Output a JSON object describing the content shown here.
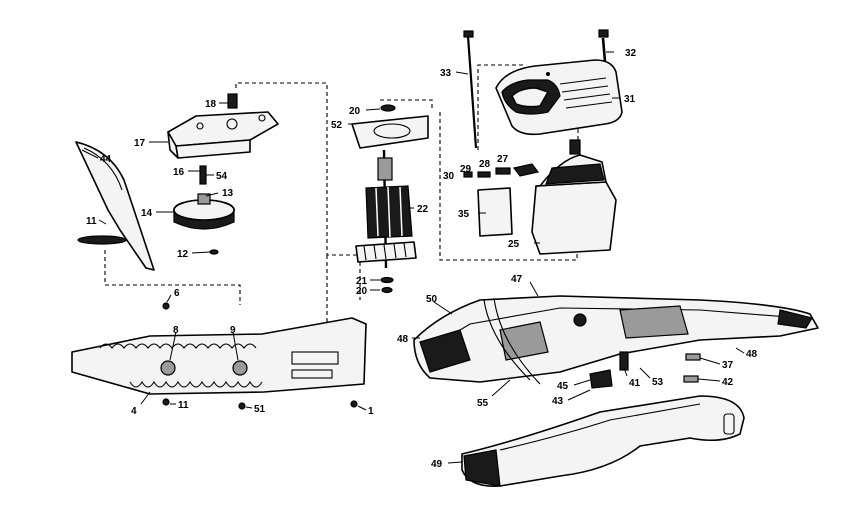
{
  "callouts": [
    {
      "id": "c32",
      "text": "32"
    },
    {
      "id": "c33",
      "text": "33"
    },
    {
      "id": "c31",
      "text": "31"
    },
    {
      "id": "c18",
      "text": "18"
    },
    {
      "id": "c20a",
      "text": "20"
    },
    {
      "id": "c52",
      "text": "52"
    },
    {
      "id": "c17",
      "text": "17"
    },
    {
      "id": "c16",
      "text": "16"
    },
    {
      "id": "c54",
      "text": "54"
    },
    {
      "id": "c13",
      "text": "13"
    },
    {
      "id": "c14",
      "text": "14"
    },
    {
      "id": "c12",
      "text": "12"
    },
    {
      "id": "c44",
      "text": "44"
    },
    {
      "id": "c11a",
      "text": "11"
    },
    {
      "id": "c22",
      "text": "22"
    },
    {
      "id": "c29",
      "text": "29"
    },
    {
      "id": "c28",
      "text": "28"
    },
    {
      "id": "c27",
      "text": "27"
    },
    {
      "id": "c30",
      "text": "30"
    },
    {
      "id": "c35",
      "text": "35"
    },
    {
      "id": "c25",
      "text": "25"
    },
    {
      "id": "c21",
      "text": "21"
    },
    {
      "id": "c20b",
      "text": "20"
    },
    {
      "id": "c47",
      "text": "47"
    },
    {
      "id": "c6",
      "text": "6"
    },
    {
      "id": "c50",
      "text": "50"
    },
    {
      "id": "c8",
      "text": "8"
    },
    {
      "id": "c9",
      "text": "9"
    },
    {
      "id": "c48a",
      "text": "48"
    },
    {
      "id": "c48b",
      "text": "48"
    },
    {
      "id": "c37",
      "text": "37"
    },
    {
      "id": "c41",
      "text": "41"
    },
    {
      "id": "c53",
      "text": "53"
    },
    {
      "id": "c42",
      "text": "42"
    },
    {
      "id": "c45",
      "text": "45"
    },
    {
      "id": "c43",
      "text": "43"
    },
    {
      "id": "c55",
      "text": "55"
    },
    {
      "id": "c4",
      "text": "4"
    },
    {
      "id": "c11b",
      "text": "11"
    },
    {
      "id": "c51",
      "text": "51"
    },
    {
      "id": "c1",
      "text": "1"
    },
    {
      "id": "c49",
      "text": "49"
    }
  ]
}
